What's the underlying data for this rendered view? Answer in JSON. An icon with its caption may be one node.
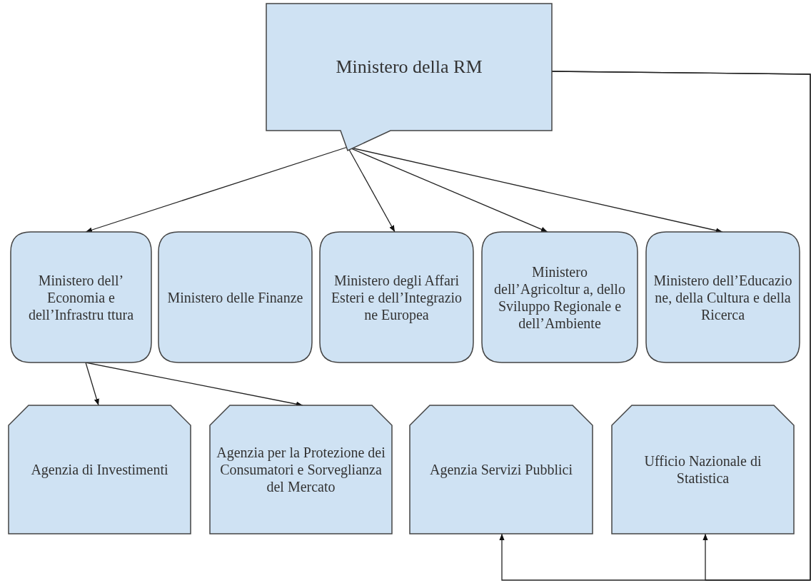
{
  "diagram": {
    "nodes": [
      {
        "text": [
          "Ministero della RM"
        ]
      },
      {
        "text": [
          "Ministero dell’ Economia e dell’Infrastru ttura"
        ]
      },
      {
        "text": [
          "Ministero delle Finanze"
        ]
      },
      {
        "text": [
          "Ministero degli Affari Esteri e dell’Integrazio ne Europea"
        ]
      },
      {
        "text": [
          "Ministero dell’Agricoltur a, dello Sviluppo Regionale e dell’Ambiente"
        ]
      },
      {
        "text": [
          "Ministero dell’Educazio ne, della Cultura e della Ricerca"
        ]
      },
      {
        "text": [
          "Agenzia di Investimenti"
        ]
      },
      {
        "text": [
          "Agenzia per la Protezione dei Consumatori e Sorveglianza del Mercato"
        ]
      },
      {
        "text": [
          "Agenzia Servizi Pubblici"
        ]
      },
      {
        "text": [
          "Ufficio Nazionale di Statistica"
        ]
      }
    ],
    "edges": [
      {
        "from": 0,
        "to": 1,
        "arrow": "to"
      },
      {
        "from": 0,
        "to": 3,
        "arrow": "to"
      },
      {
        "from": 0,
        "to": 4,
        "arrow": "to"
      },
      {
        "from": 0,
        "to": 5,
        "arrow": "to"
      },
      {
        "from": 1,
        "to": 6,
        "arrow": "to"
      },
      {
        "from": 1,
        "to": 7,
        "arrow": "to"
      },
      {
        "from": 0,
        "to": 8,
        "arrow": "to"
      },
      {
        "from": 0,
        "to": 9,
        "arrow": "to"
      }
    ]
  }
}
